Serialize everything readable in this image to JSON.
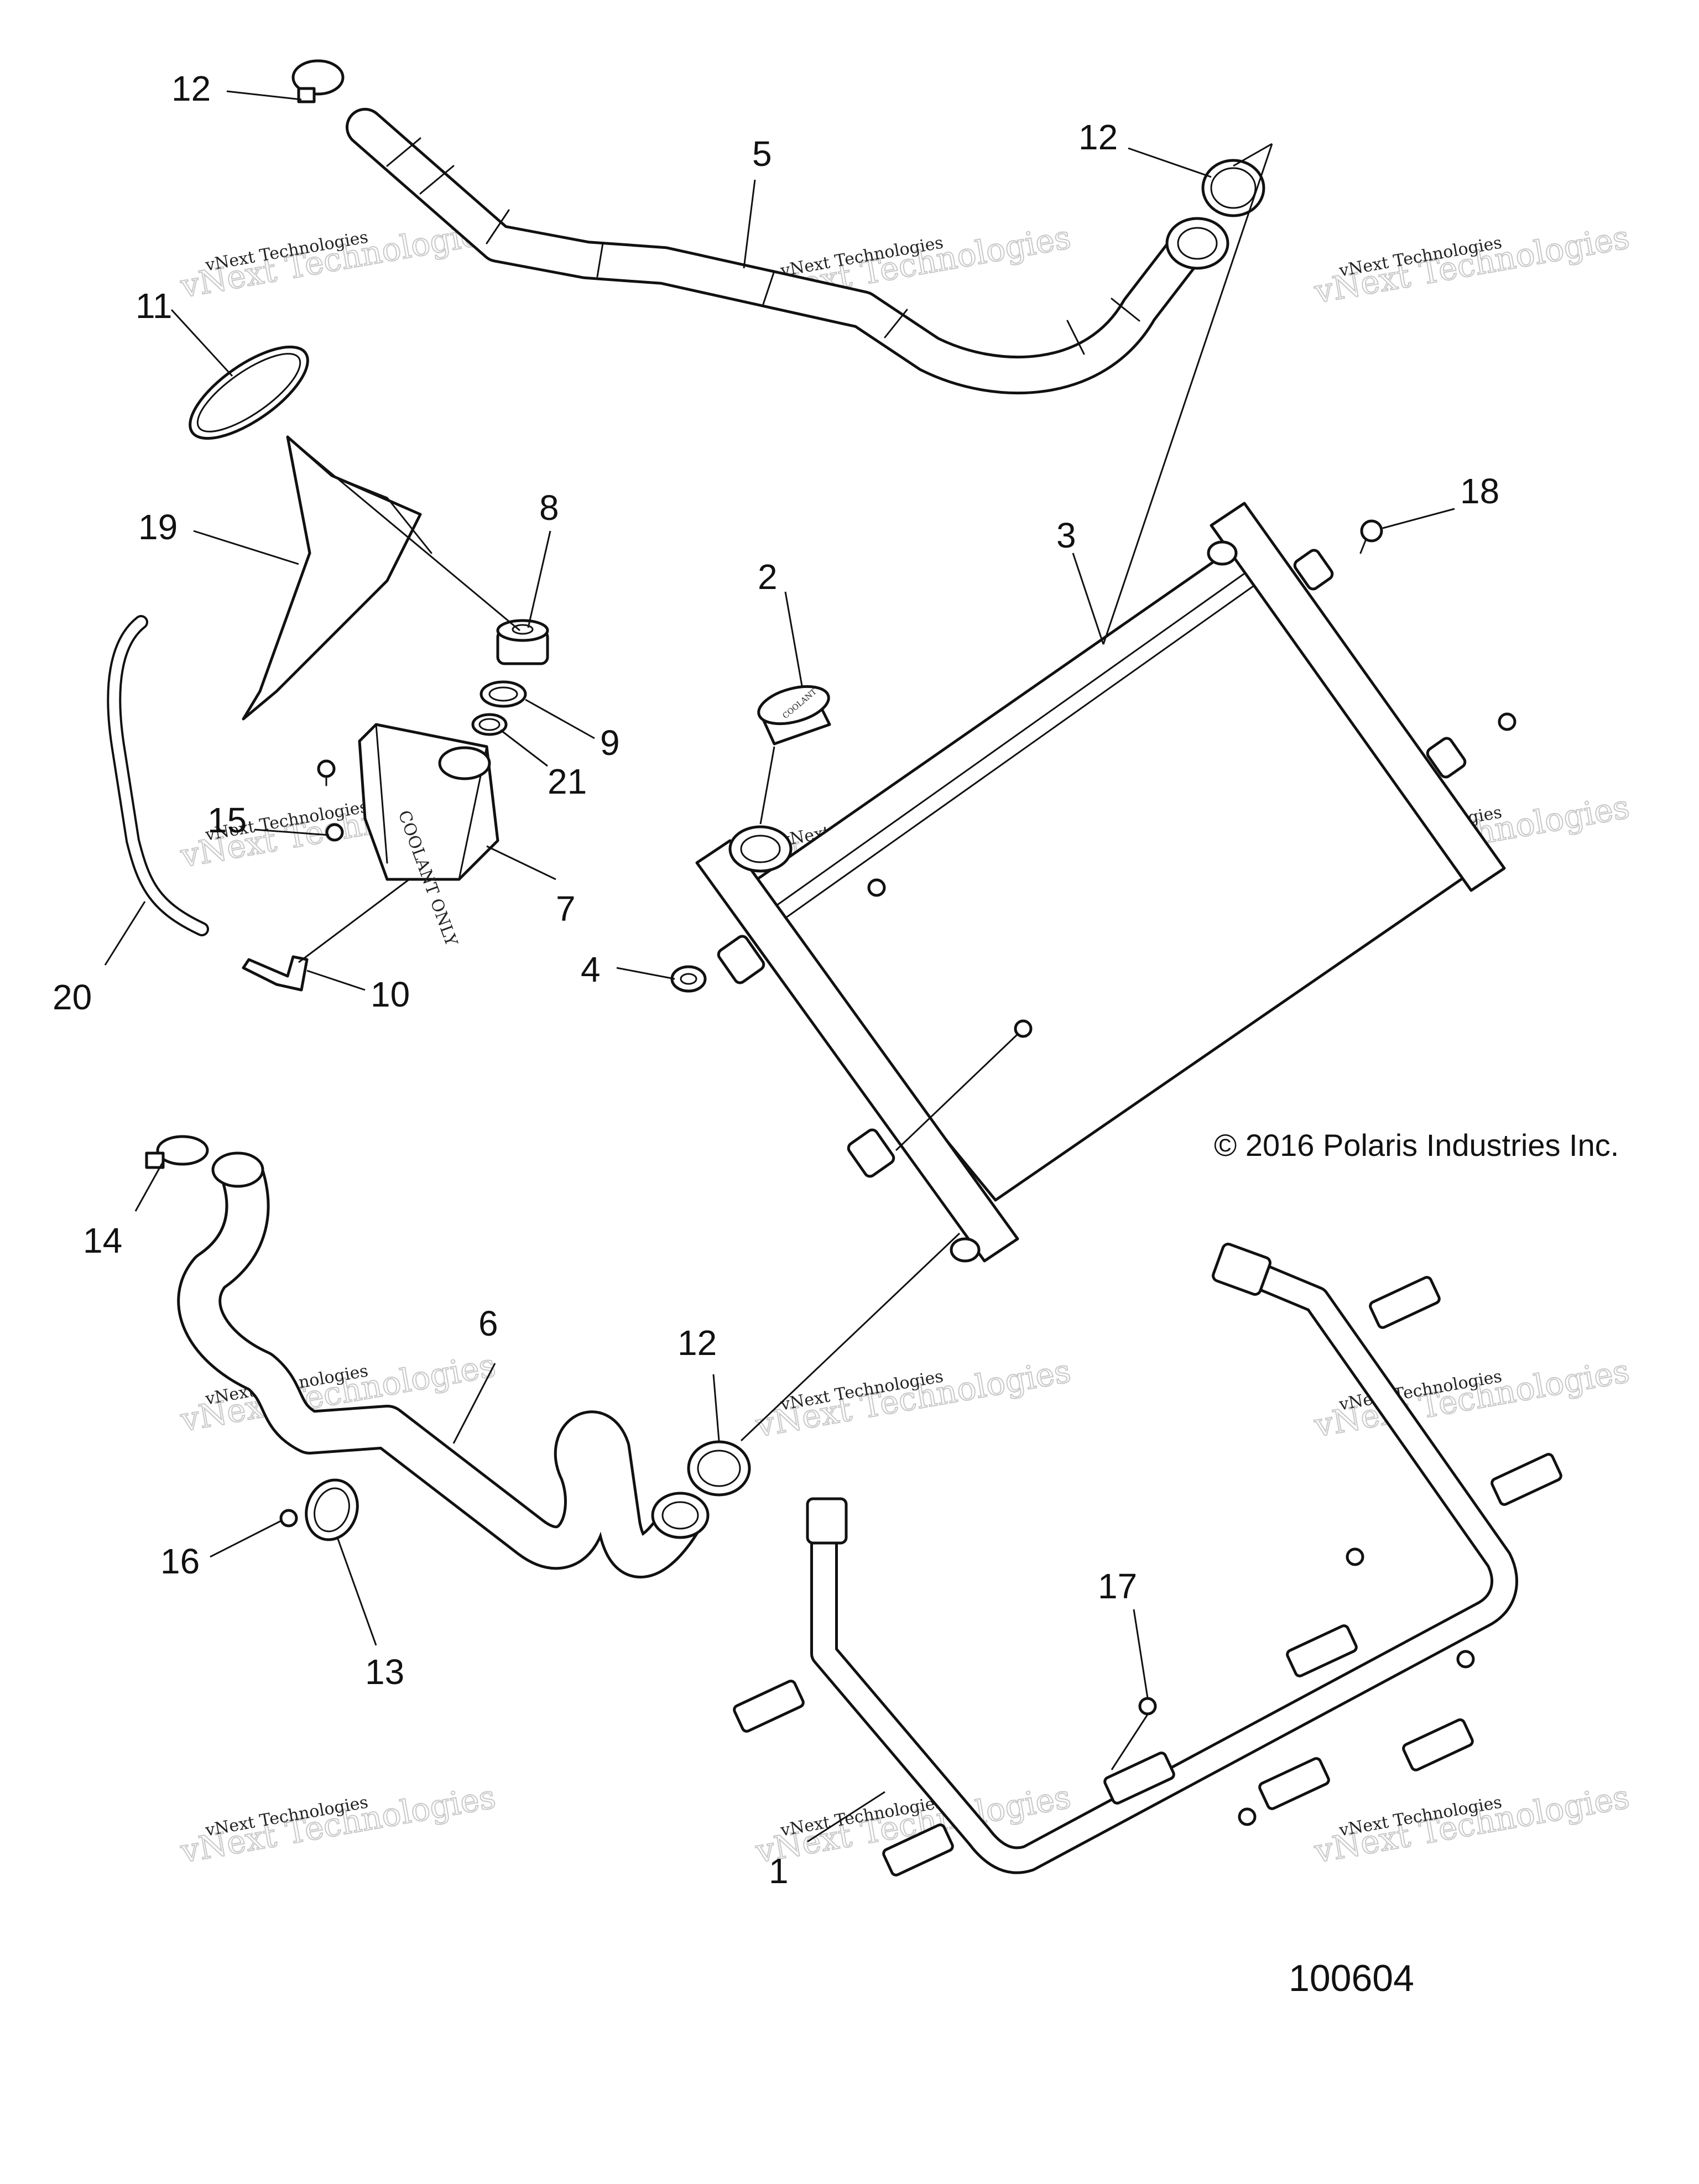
{
  "callouts": {
    "c1": "1",
    "c2": "2",
    "c3": "3",
    "c4": "4",
    "c5": "5",
    "c6": "6",
    "c7": "7",
    "c8": "8",
    "c9": "9",
    "c10": "10",
    "c11": "11",
    "c12a": "12",
    "c12b": "12",
    "c12c": "12",
    "c13": "13",
    "c14": "14",
    "c15": "15",
    "c16": "16",
    "c17": "17",
    "c18": "18",
    "c19": "19",
    "c20": "20",
    "c21": "21"
  },
  "watermark": {
    "line1": "vNext Technologies",
    "line2": "vNext Technologies"
  },
  "reservoir_label": "COOLANT ONLY",
  "cap_label": "COOLANT",
  "copyright": "© 2016 Polaris Industries Inc.",
  "document_number": "100604"
}
